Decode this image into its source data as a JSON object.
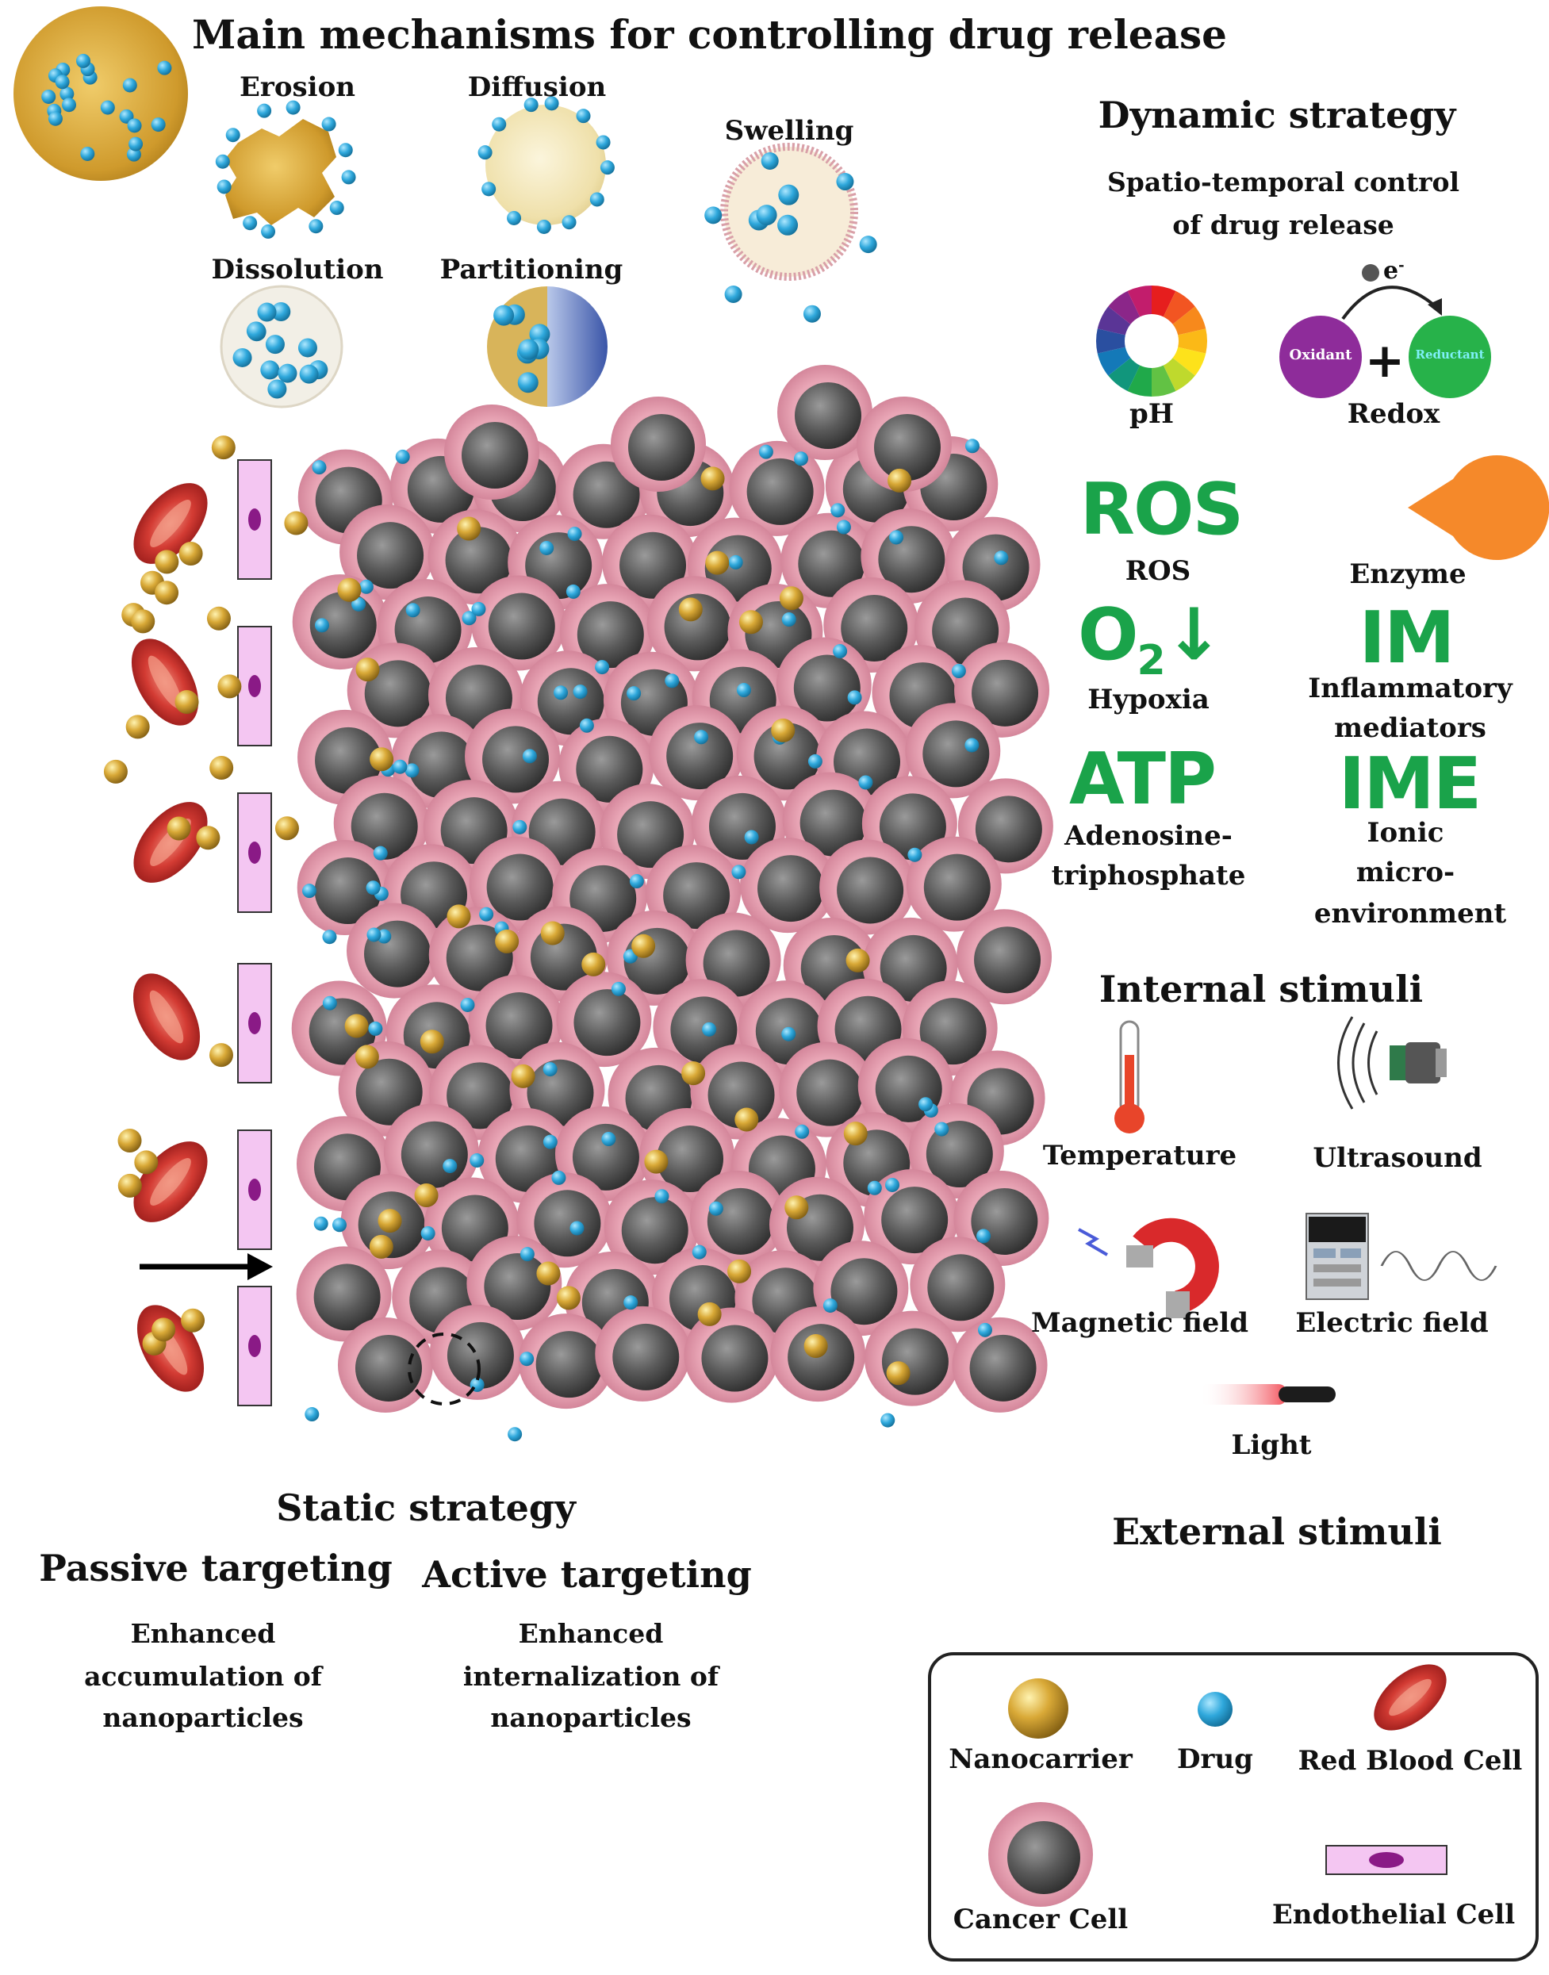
{
  "title": "Main mechanisms for controlling drug release",
  "mechanisms": {
    "erosion": "Erosion",
    "diffusion": "Diffusion",
    "swelling": "Swelling",
    "dissolution": "Dissolution",
    "partitioning": "Partitioning"
  },
  "dynamic": {
    "heading": "Dynamic strategy",
    "subtitle_line1": "Spatio-temporal control",
    "subtitle_line2": "of drug release"
  },
  "redox": {
    "electron": "e",
    "electron_sup": "-",
    "oxidant": "Oxidant",
    "plus": "+",
    "reductant": "Reductant"
  },
  "internal": {
    "ph": "pH",
    "redox": "Redox",
    "ros_symbol": "ROS",
    "ros": "ROS",
    "enzyme": "Enzyme",
    "o2_symbol": "O",
    "o2_sub": "2",
    "o2_arrow": "↓",
    "hypoxia": "Hypoxia",
    "im_symbol": "IM",
    "im_line1": "Inflammatory",
    "im_line2": "mediators",
    "atp_symbol": "ATP",
    "atp_line1": "Adenosine-",
    "atp_line2": "triphosphate",
    "ime_symbol": "IME",
    "ime_line1": "Ionic",
    "ime_line2": "micro-",
    "ime_line3": "environment",
    "heading": "Internal stimuli"
  },
  "external": {
    "temperature": "Temperature",
    "ultrasound": "Ultrasound",
    "magnetic": "Magnetic field",
    "electric": "Electric field",
    "light": "Light",
    "heading": "External stimuli"
  },
  "static": {
    "heading": "Static strategy",
    "passive": "Passive targeting",
    "passive_line1": "Enhanced",
    "passive_line2": "accumulation of",
    "passive_line3": "nanoparticles",
    "active": "Active targeting",
    "active_line1": "Enhanced",
    "active_line2": "internalization of",
    "active_line3": "nanoparticles"
  },
  "legend": {
    "nanocarrier": "Nanocarrier",
    "drug": "Drug",
    "rbc": "Red Blood Cell",
    "cancer": "Cancer Cell",
    "endothelial": "Endothelial Cell"
  },
  "colors": {
    "green_symbol": "#1aa34a",
    "nanocarrier": "#d4a62a",
    "drug": "#27a3d8",
    "cancer_membrane": "#d98a9f",
    "cancer_nucleus": "#555555",
    "rbc": "#c8312c",
    "endothelial_fill": "#f4c6f2",
    "endothelial_nucleus": "#8a1a86",
    "oxidant": "#8e2c9a",
    "reductant": "#27b24a"
  }
}
